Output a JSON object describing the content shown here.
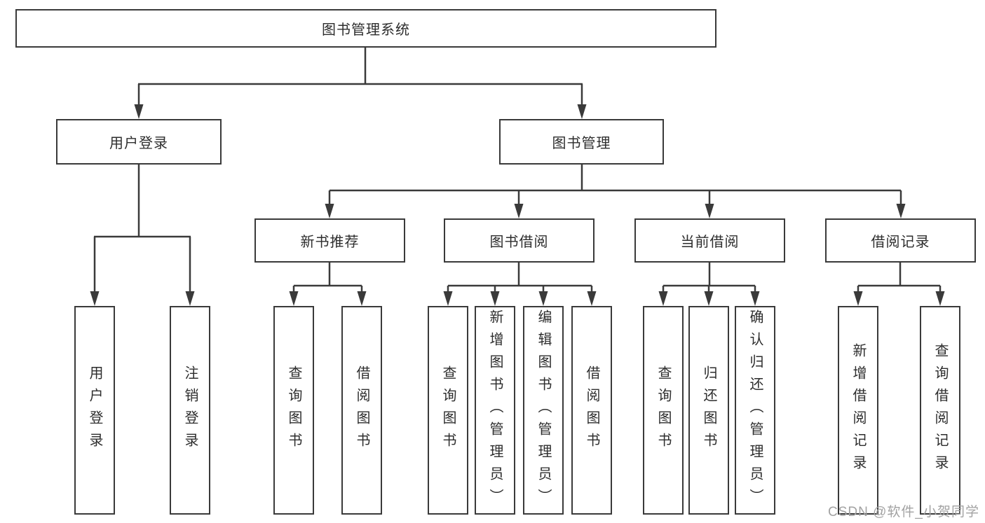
{
  "diagram": {
    "nodes": {
      "system": "图书管理系统",
      "user_login": "用户登录",
      "book_management": "图书管理",
      "new_book_recommend": "新书推荐",
      "book_borrow": "图书借阅",
      "current_borrow": "当前借阅",
      "borrow_record": "借阅记录",
      "leaf_user_login": "用户登录",
      "leaf_logout": "注销登录",
      "leaf_nb_query_book": "查询图书",
      "leaf_nb_borrow_book": "借阅图书",
      "leaf_bb_query_book": "查询图书",
      "leaf_bb_add_book": "新增图书（管理员）",
      "leaf_bb_edit_book": "编辑图书（管理员）",
      "leaf_bb_borrow_book": "借阅图书",
      "leaf_cb_query_book": "查询图书",
      "leaf_cb_return_book": "归还图书",
      "leaf_cb_confirm_return": "确认归还（管理员）",
      "leaf_br_add_record": "新增借阅记录",
      "leaf_br_query_record": "查询借阅记录"
    },
    "watermark": "CSDN @软件_小贺同学"
  }
}
